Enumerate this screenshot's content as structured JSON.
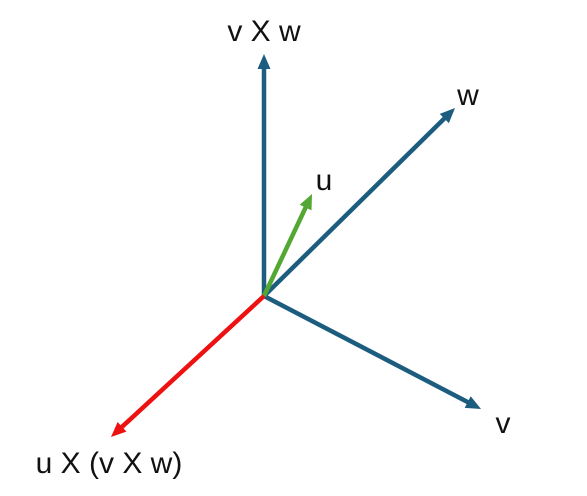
{
  "colors": {
    "main_vectors": "#1c5d7f",
    "u_vector": "#52a832",
    "triple_product_vector": "#ee1111"
  },
  "labels": {
    "v_cross_w": "v X w",
    "w": "w",
    "u": "u",
    "v": "v",
    "u_cross_v_cross_w": "u X (v X w)"
  }
}
